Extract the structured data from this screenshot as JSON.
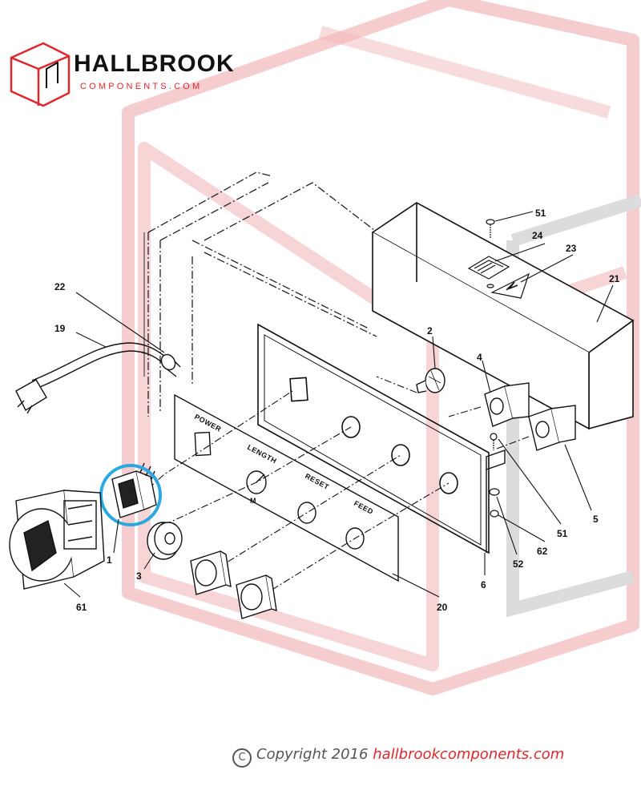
{
  "brand": {
    "name": "HALLBROOK",
    "subtitle": "COMPONENTS.COM",
    "accent_color": "#e0262d"
  },
  "panel_labels": {
    "power": "POWER",
    "length": "LENGTH",
    "reset": "RESET",
    "feed": "FEED",
    "dial_mark": "M"
  },
  "callouts": {
    "c1": "1",
    "c2": "2",
    "c3": "3",
    "c4": "4",
    "c5": "5",
    "c6": "6",
    "c19": "19",
    "c20": "20",
    "c21": "21",
    "c22": "22",
    "c23": "23",
    "c24": "24",
    "c51a": "51",
    "c51b": "51",
    "c52": "52",
    "c61": "61",
    "c62": "62"
  },
  "highlight": {
    "part": "1",
    "color": "#2aa8e0"
  },
  "copyright": {
    "symbol": "C",
    "text": "Copyright 2016 ",
    "site": "hallbrookcomponents.com"
  }
}
